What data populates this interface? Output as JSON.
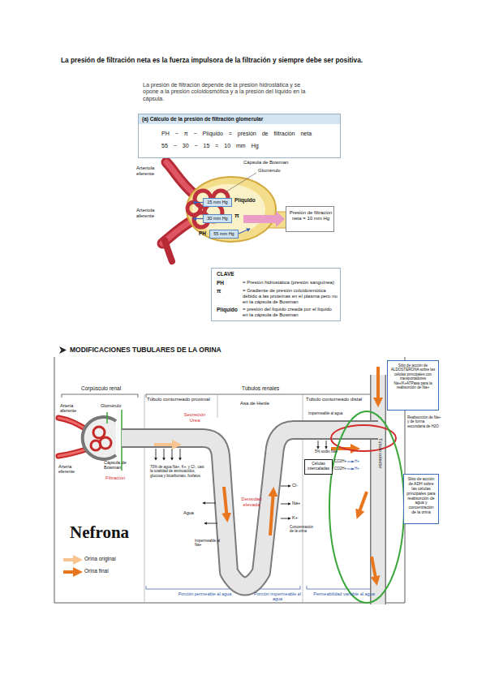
{
  "diagram": {
    "title": "La presión de filtración neta es la fuerza impulsora de la filtración y siempre debe ser positiva.",
    "nodes": [
      {
        "text": [
          "(a) Cálculo de la presión de filtración glomerular",
          "PH − π − Plíquido = presión de filtración neta",
          "55 − 30 − 15 = 10 mm Hg"
        ]
      },
      {
        "text": [
          "15 mm Hg"
        ]
      },
      {
        "text": [
          "30 mm Hg"
        ]
      },
      {
        "text": [
          "55 mm Hg"
        ]
      },
      {
        "text": [
          "Presión de filtración neta = 10 mm Hg"
        ]
      },
      {
        "text": [
          "CLAVE",
          "PH",
          "= Presión hidrostática (presión sanguínea)",
          "π",
          "= Gradiente de presión coloidosmótica debido a las proteínas en el plasma pero no en la cápsula de Bowman",
          "Plíquido",
          "= presión del líquido creada por el líquido en la cápsula de Bowman"
        ]
      },
      {
        "text": [
          "Sitio de acción de ALDOSTERONA sobre las células principales con transportadores Na+/K+ATPasa para la reabsorción de Na+"
        ]
      },
      {
        "text": [
          "Células intercaladas"
        ]
      },
      {
        "text": [
          "Sitio de acción de ADH sobre las células principales para reabsorción de agua y concentración de la orina"
        ]
      }
    ],
    "labels": [
      "La presión de filtración depende de la presión hidrostática y se opone a la presión coloidosmótica y a la presión del líquido en la cápsula.",
      "Arteriola eferente",
      "Arteriola aferente",
      "Cápsula de Bowman",
      "Glomérulo",
      "Plíquido",
      "π",
      "PH",
      "MODIFICACIONES TUBULARES DE LA ORINA",
      "Corpúsculo renal",
      "Túbulos renales",
      "Túbulo contorneado proximal",
      "Asa de Henle",
      "Túbulo contorneado distal",
      "Arteria aferente",
      "Glomérulo",
      "Arteria eferente",
      "Cápsula de Bowman",
      "Filtración",
      "Secreción Urea",
      "70% de agua Na+, K+, y Cl-, casi la totalidad de aminoácidos, glucosa y bicarbonato, fosfatos",
      "Agua",
      "Densidad elevada",
      "Impermeable al Na+",
      "Cl-",
      "Na+",
      "K+",
      "Concentración de la orina",
      "Impermeable al agua",
      "5% sodio Na+",
      "CO2H+",
      "CO2H+",
      "H+",
      "H+",
      "Túbulo colector",
      "Reabsorción de Na+ y de forma secundaria de H2O",
      "Nefrona",
      "Porción permeable al agua",
      "Porción impermeable al agua",
      "Permeabilidad variable al agua"
    ],
    "legend": [
      {
        "text": "Orina original"
      },
      {
        "text": "Orina final"
      }
    ]
  }
}
